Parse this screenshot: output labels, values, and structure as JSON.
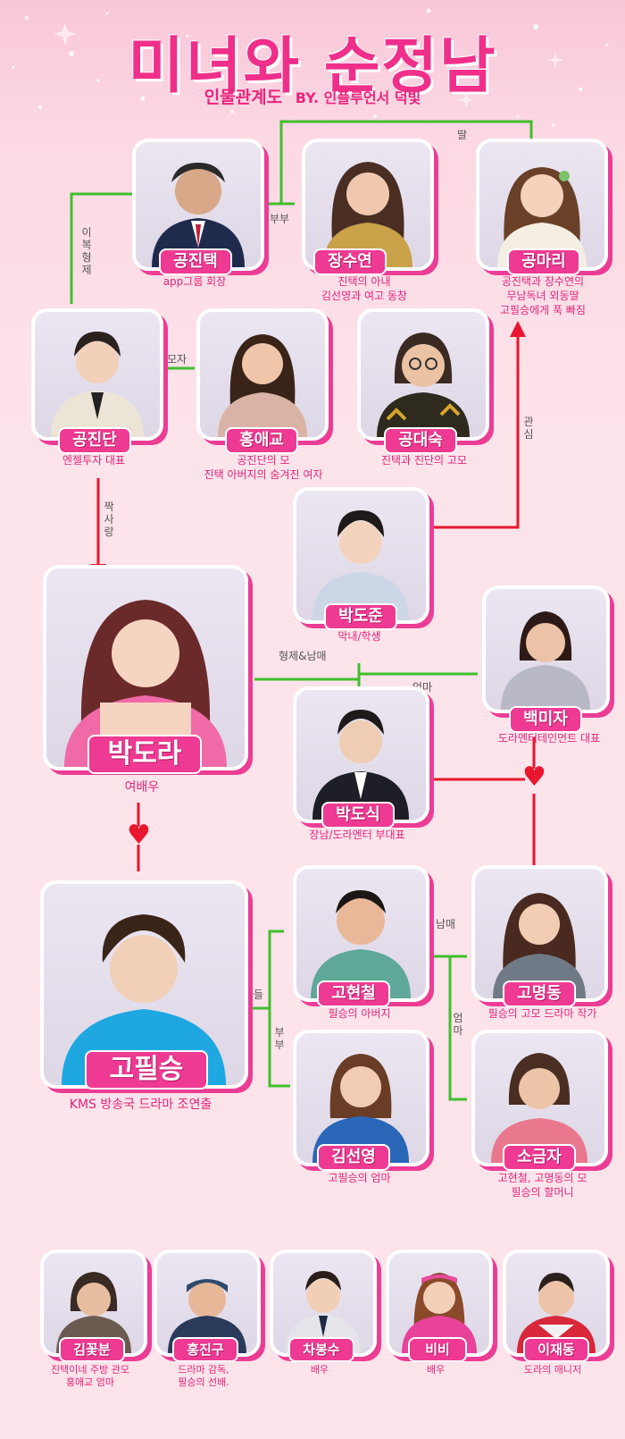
{
  "header": {
    "title": "미녀와 순정남",
    "subtitle": "인물관계도",
    "byline": "BY. 인플루언서 덕빛"
  },
  "characters": {
    "gong_jintaek": {
      "name": "공진택",
      "desc": [
        "app그룹 회장"
      ]
    },
    "jang_suyeon": {
      "name": "장수연",
      "desc": [
        "진택의 아내",
        "김선영과 여고 동창"
      ]
    },
    "gong_mari": {
      "name": "공마리",
      "desc": [
        "공진택과 장수연의",
        "무남독녀 외동딸",
        "고필승에게 푹 빠짐"
      ]
    },
    "gong_jindan": {
      "name": "공진단",
      "desc": [
        "엔젤투자 대표"
      ]
    },
    "hong_aegyo": {
      "name": "홍애교",
      "desc": [
        "공진단의 모",
        "진택 아버지의 숨겨진 여자"
      ]
    },
    "gong_daesuk": {
      "name": "공대숙",
      "desc": [
        "진택과 진단의 고모"
      ]
    },
    "park_dojun": {
      "name": "박도준",
      "desc": [
        "막내/학생"
      ]
    },
    "park_dora": {
      "name": "박도라",
      "desc": [
        "여배우"
      ]
    },
    "baek_mija": {
      "name": "백미자",
      "desc": [
        "도라엔터테인먼트 대표"
      ]
    },
    "park_dosik": {
      "name": "박도식",
      "desc": [
        "장남/도라엔터 부대표"
      ]
    },
    "go_pilseung": {
      "name": "고필승",
      "desc": [
        "KMS 방송국 드라마 조연출"
      ]
    },
    "go_hyeoncheol": {
      "name": "고현철",
      "desc": [
        "필승의 아버지"
      ]
    },
    "go_myeongdong": {
      "name": "고명동",
      "desc": [
        "필승의 고모 드라마 작가"
      ]
    },
    "kim_seonyoung": {
      "name": "김선영",
      "desc": [
        "고필승의 엄마"
      ]
    },
    "so_geumja": {
      "name": "소금자",
      "desc": [
        "고현철, 고명동의 모",
        "필승의 할머니"
      ]
    },
    "kim_kkotbun": {
      "name": "김꽃분",
      "desc": [
        "진택이네 주방 관모",
        "홍애교 엄마"
      ]
    },
    "hong_jingu": {
      "name": "홍진구",
      "desc": [
        "드라마 감독,",
        "필승의 선배."
      ]
    },
    "cha_bongsu": {
      "name": "차봉수",
      "desc": [
        "배우"
      ]
    },
    "bibi": {
      "name": "비비",
      "desc": [
        "배우"
      ]
    },
    "lee_jaedong": {
      "name": "이재동",
      "desc": [
        "도라의 매니저"
      ]
    }
  },
  "relations": {
    "ttal": "딸",
    "bubu_top": "부부",
    "ibok_hyeongje": [
      "이복",
      "형제"
    ],
    "moja": "모자",
    "jjaksarang": [
      "짝",
      "사",
      "랑"
    ],
    "gwansim": [
      "관",
      "심"
    ],
    "hyeongje_nammae": "형제&남매",
    "eomma_mid": "엄마",
    "adeul": "아들",
    "bubu_bottom": [
      "부",
      "부"
    ],
    "nammae": "남매",
    "eomma_bottom": [
      "엄",
      "마"
    ]
  },
  "colors": {
    "accent": "#ee3a92",
    "green_line": "#3fbf2e",
    "red_line": "#e8172f"
  }
}
